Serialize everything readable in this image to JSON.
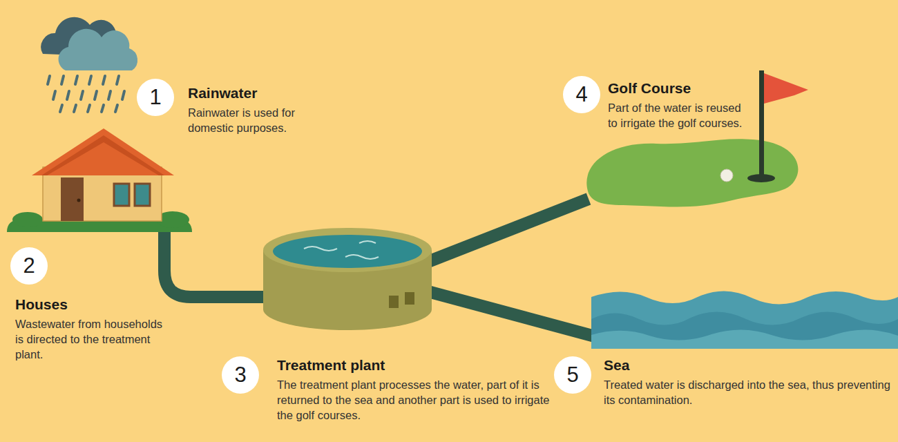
{
  "diagram": {
    "nodes": [
      {
        "text": [
          "1",
          "Rainwater",
          "Rainwater is used for domestic purposes."
        ]
      },
      {
        "text": [
          "2",
          "Houses",
          "Wastewater from households is directed to the treatment plant."
        ]
      },
      {
        "text": [
          "3",
          "Treatment plant",
          "The treatment plant processes the water, part of it is returned to the sea and another part is used to irrigate the golf courses."
        ]
      },
      {
        "text": [
          "4",
          "Golf Course",
          "Part of the water is reused to irrigate the golf courses."
        ]
      },
      {
        "text": [
          "5",
          "Sea",
          "Treated water is discharged into the sea, thus preventing its contamination."
        ]
      }
    ]
  }
}
